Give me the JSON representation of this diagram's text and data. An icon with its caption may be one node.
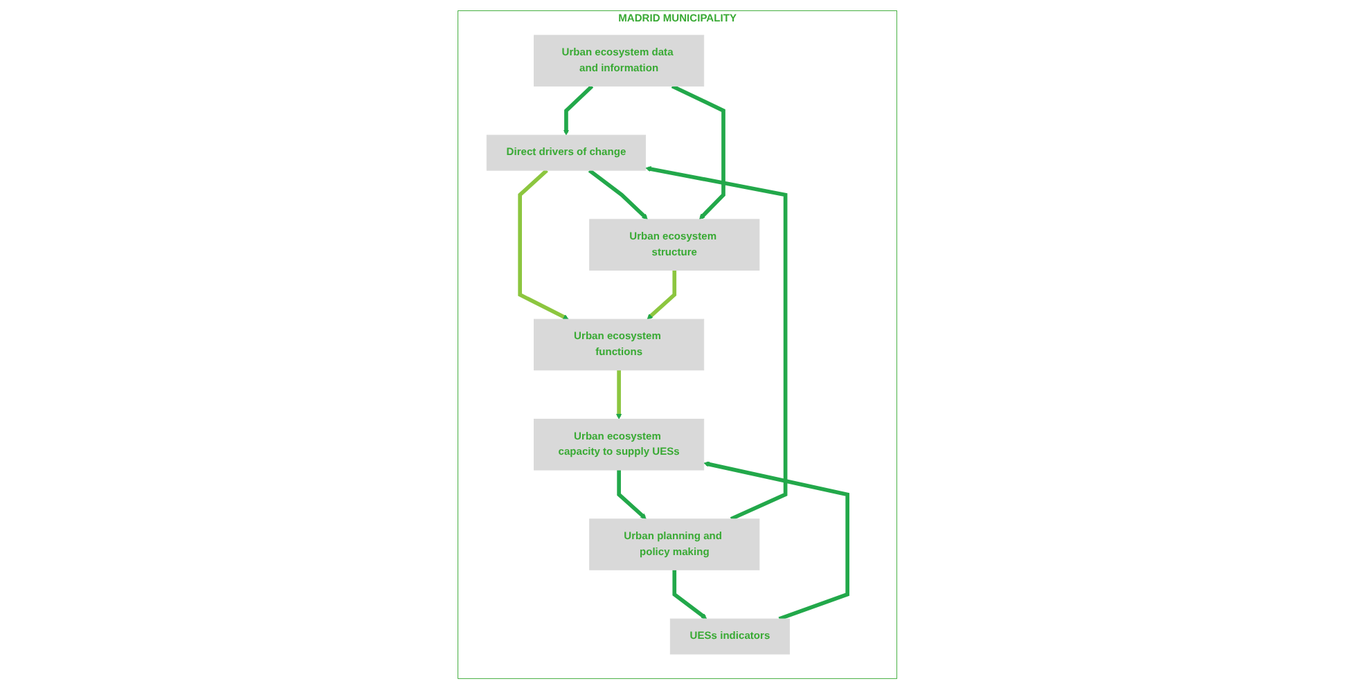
{
  "diagram": {
    "nodes": [
      {
        "text": [
          "MADRID MUNICIPALITY"
        ]
      },
      {
        "text": [
          "Urban ecosystem data and information"
        ],
        "in": 0
      },
      {
        "text": [
          "Direct drivers of change"
        ],
        "in": 0
      },
      {
        "text": [
          "Urban planning and policy making"
        ],
        "in": 0
      },
      {
        "text": [
          "Urban ecosystem structure"
        ],
        "in": 0
      },
      {
        "text": [
          "Urban ecosystem functions"
        ],
        "in": 0
      },
      {
        "text": [
          "Urban ecosystem capacity to supply UESs"
        ],
        "in": 0
      },
      {
        "text": [
          "UESs indicators"
        ],
        "in": 0
      }
    ],
    "edges": [
      {
        "from": 1,
        "to": 2,
        "arrow": "to"
      },
      {
        "from": 3,
        "to": 2,
        "arrow": "to"
      },
      {
        "from": 2,
        "to": 4,
        "arrow": "to"
      },
      {
        "from": 1,
        "to": 4,
        "arrow": "to"
      },
      {
        "from": 2,
        "to": 5,
        "arrow": "to",
        "color": "#8cc63f"
      },
      {
        "from": 4,
        "to": 5,
        "arrow": "to",
        "color": "#8cc63f"
      },
      {
        "from": 5,
        "to": 6,
        "arrow": "to",
        "color": "#8cc63f"
      },
      {
        "from": 6,
        "to": 3,
        "arrow": "to"
      },
      {
        "from": 7,
        "to": 6,
        "arrow": "to"
      },
      {
        "from": 3,
        "to": 7,
        "arrow": "to"
      }
    ]
  }
}
